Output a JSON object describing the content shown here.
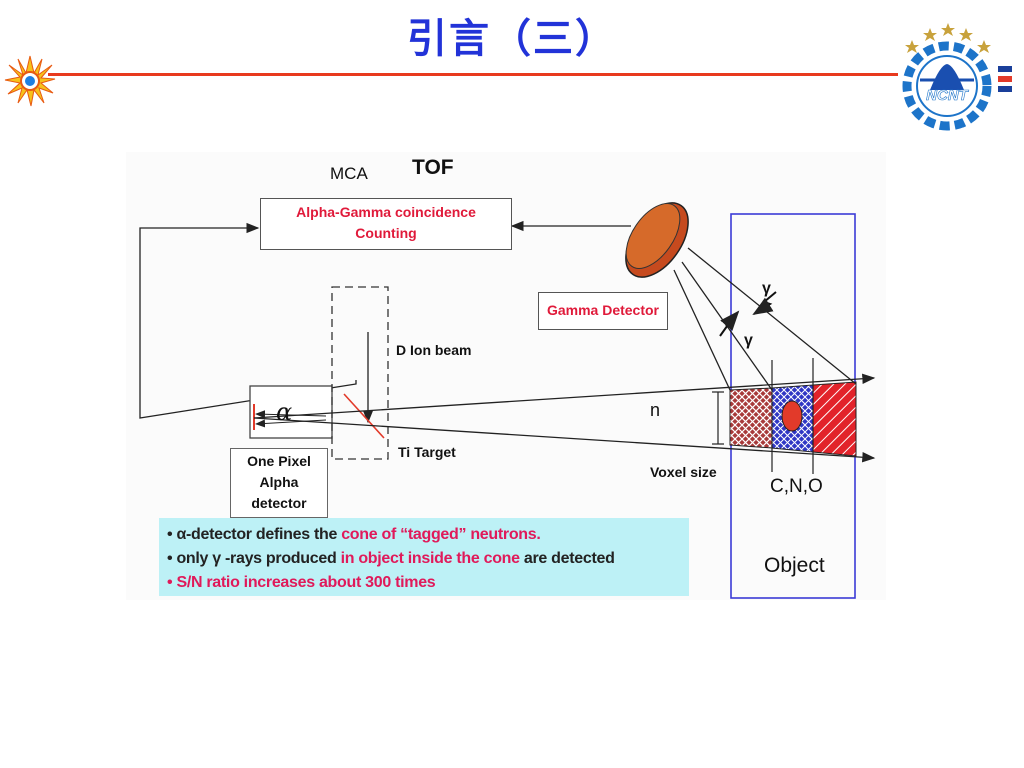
{
  "slide": {
    "title": "引言（三）"
  },
  "logo": {
    "text": "NCNT"
  },
  "diagram": {
    "mca_label": "MCA",
    "tof_label": "TOF",
    "coincidence_box": {
      "line1": "Alpha-Gamma coincidence",
      "line2": "Counting"
    },
    "gamma_detector_label": "Gamma Detector",
    "d_ion_beam_label": "D Ion beam",
    "ti_target_label": "Ti Target",
    "alpha_symbol": "α",
    "n_label": "n",
    "gamma_symbol_1": "γ",
    "gamma_symbol_2": "γ",
    "voxel_size_label": "Voxel size",
    "elements_label": "C,N,O",
    "object_label": "Object",
    "pixel_detector_box": {
      "line1": "One Pixel",
      "line2": "Alpha",
      "line3": "detector"
    },
    "notes": {
      "line1": {
        "a": "• α-detector defines the ",
        "b": "cone of “tagged” neutrons."
      },
      "line2": {
        "a": "• only γ -rays produced ",
        "b": "in object inside  the cone",
        "c": " are detected"
      },
      "line3": {
        "a": "• S/N ratio increases about 300 times"
      }
    }
  },
  "colors": {
    "title": "#2233d8",
    "rule": "#e83a1e",
    "notes_bg": "#bdf1f6",
    "highlight": "#e01a5a",
    "object_border": "#3b3bd6"
  }
}
